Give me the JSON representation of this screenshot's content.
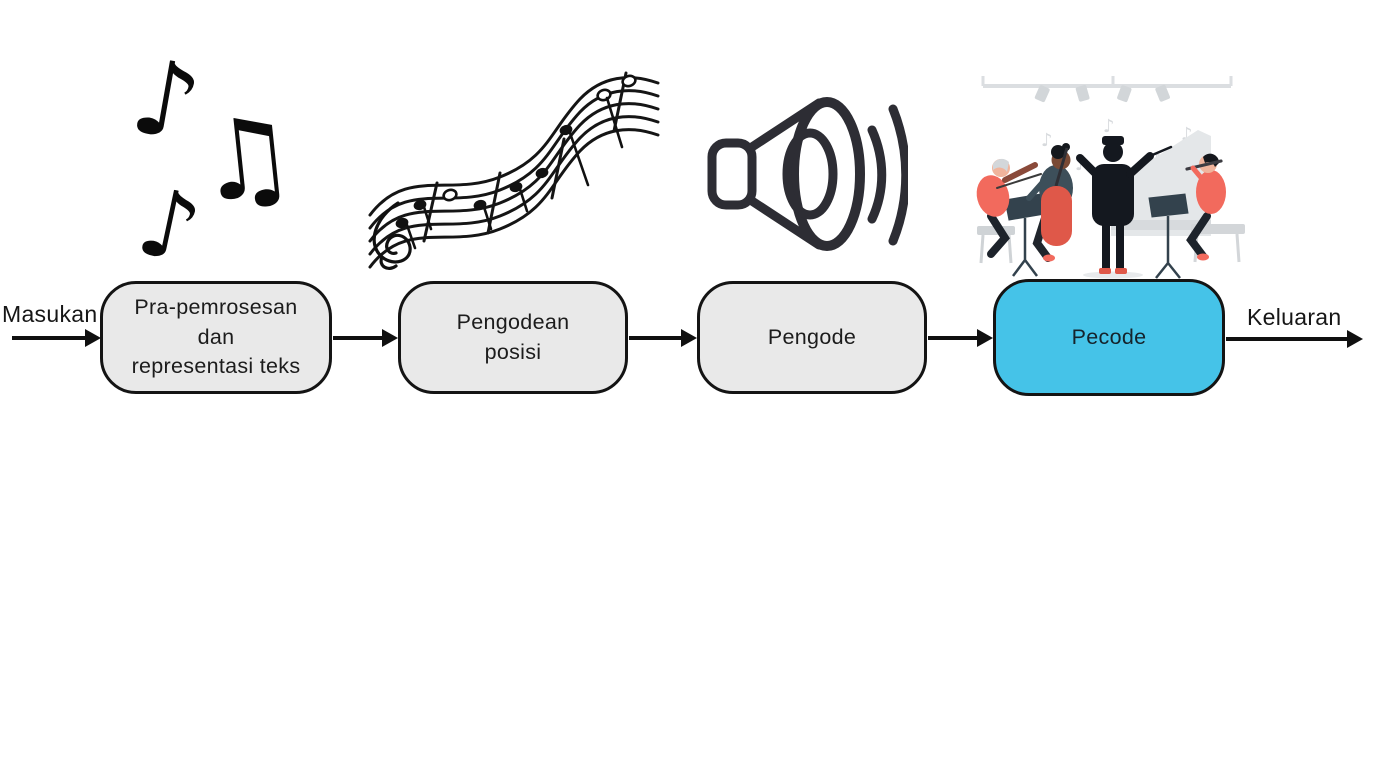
{
  "flow": {
    "input_label": "Masukan",
    "output_label": "Keluaran",
    "nodes": [
      {
        "id": "preprocessing",
        "lines": [
          "Pra-pemrosesan",
          "dan",
          "representasi teks"
        ],
        "fill": "#e9e9e9",
        "highlighted": false
      },
      {
        "id": "positional-encoding",
        "lines": [
          "Pengodean",
          "posisi"
        ],
        "fill": "#e9e9e9",
        "highlighted": false
      },
      {
        "id": "encoder",
        "lines": [
          "Pengode"
        ],
        "fill": "#e9e9e9",
        "highlighted": false
      },
      {
        "id": "decoder",
        "lines": [
          "Pecode"
        ],
        "fill": "#45c3e8",
        "highlighted": true
      }
    ]
  },
  "icons": {
    "music_notes": {
      "glyph_1": "♪",
      "glyph_2": "♫",
      "glyph_3": "♪"
    },
    "staff": "wavy-music-staff-with-treble-clef",
    "speaker": "speaker-with-sound-waves",
    "orchestra": "orchestra-with-conductor-illustration",
    "orchestra_float_note": "♪"
  },
  "colors": {
    "node_fill": "#e9e9e9",
    "node_border": "#141414",
    "highlight": "#45c3e8",
    "line": "#101010",
    "icon_dark": "#2d2d34",
    "coral": "#f26a5d",
    "dark_navy": "#14181f",
    "slate": "#3d4f5a",
    "light_gray": "#e4e7e9"
  }
}
